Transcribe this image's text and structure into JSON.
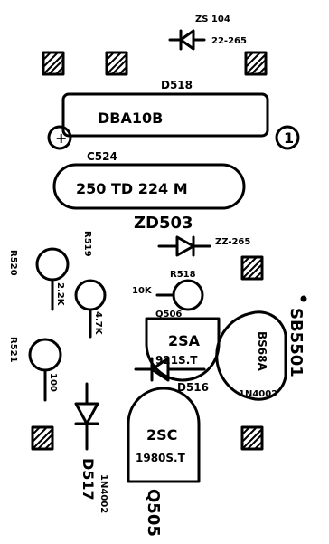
{
  "components": {
    "top_diode_label_a": "ZS 104",
    "top_diode_label_b": "22-265",
    "ic_ref": "D518",
    "ic_part": "DBA10B",
    "ic_pin_plus": "+",
    "ic_pin_one": "1",
    "cap_ref": "C524",
    "cap_value": "250 TD 224 M",
    "zener_ref": "ZD503",
    "zener_value": "ZZ-265",
    "r518_ref": "R518",
    "r518_value": "10K",
    "r519_ref": "R519",
    "r519_value": "4.7K",
    "r520_ref": "R520",
    "r520_value": "2.2K",
    "r521_ref": "R521",
    "r521_value": "100",
    "q506_ref": "Q506",
    "q506_part_a": "2SA",
    "q506_part_b": "921S.T",
    "q505_ref": "Q505",
    "q505_part_a": "2SC",
    "q505_part_b": "1980S.T",
    "sb_ref": "SB5501",
    "sb_part": "BS68A",
    "d516_ref": "D516",
    "d516_part": "1N4002",
    "d517_ref": "D517",
    "d517_part": "1N4002"
  },
  "colors": {
    "ink": "#000000",
    "paper": "#ffffff"
  }
}
